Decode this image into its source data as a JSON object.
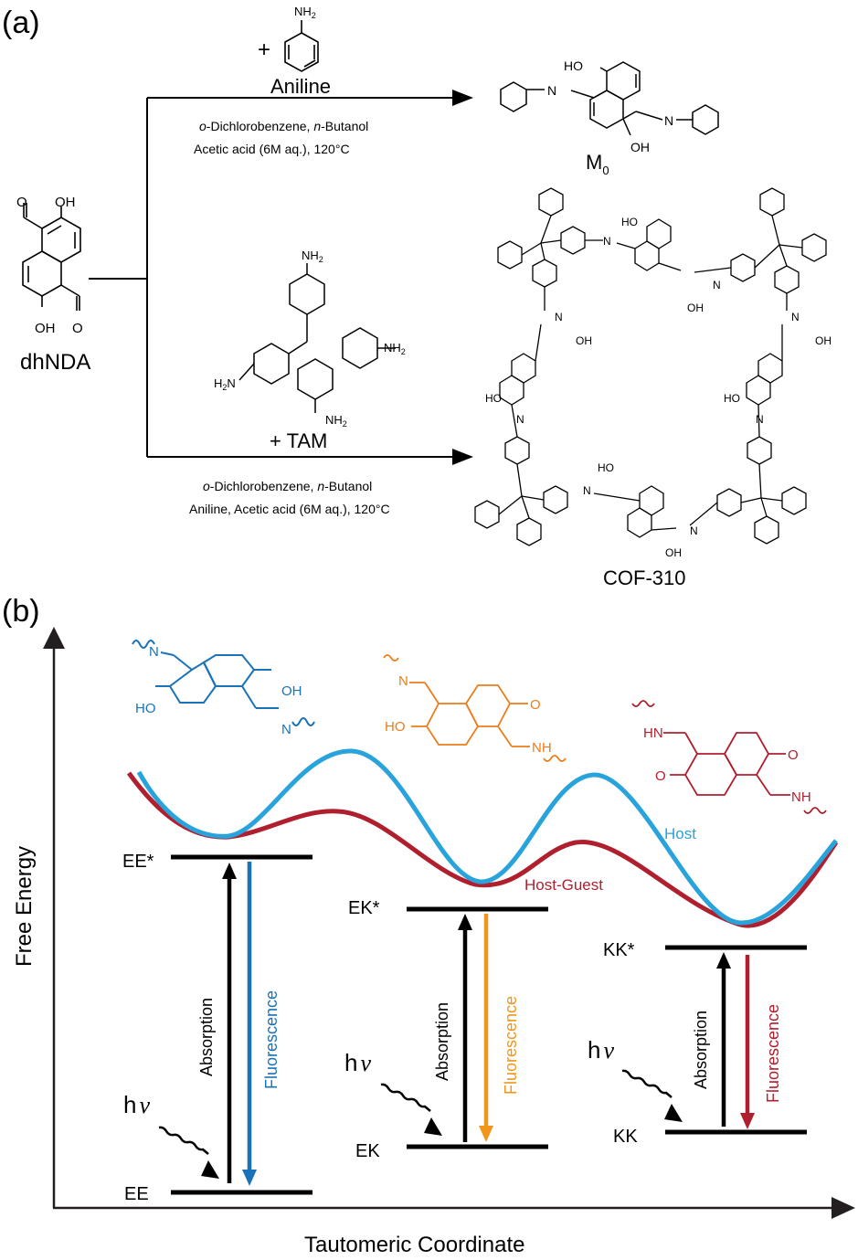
{
  "panel_a": {
    "label": "(a)",
    "starting_material": {
      "name": "dhNDA",
      "oh": "OH",
      "o": "O"
    },
    "reagent_top": {
      "plus": "+",
      "name": "Aniline",
      "nh2": "NH",
      "nh2_sub": "2"
    },
    "conditions_top": {
      "line1_prefix": "o",
      "line1_mid": "-Dichlorobenzene, ",
      "line1_n": "n",
      "line1_suffix": "-Butanol",
      "line2": "Acetic acid (6M aq.), 120°C"
    },
    "product_top": {
      "name": "M",
      "sub": "0",
      "ho": "HO",
      "oh": "OH",
      "n": "N"
    },
    "reagent_bottom": {
      "label": "+ TAM",
      "nh2": "NH",
      "h2n": "H",
      "sub": "2"
    },
    "conditions_bottom": {
      "line1_prefix": "o",
      "line1_mid": "-Dichlorobenzene, ",
      "line1_n": "n",
      "line1_suffix": "-Butanol",
      "line2": "Aniline, Acetic acid (6M aq.), 120°C"
    },
    "product_bottom": {
      "name": "COF-310",
      "ho": "HO",
      "oh": "OH",
      "n": "N"
    }
  },
  "panel_b": {
    "label": "(b)",
    "y_axis_label": "Free Energy",
    "x_axis_label": "Tautomeric Coordinate",
    "curves": [
      {
        "name": "Host",
        "color": "#29a3dc"
      },
      {
        "name": "Host-Guest",
        "color": "#b01f2e"
      }
    ],
    "tautomers": [
      {
        "id": "EE",
        "color": "#1a72b8",
        "ho": "HO",
        "oh": "OH",
        "n": "N"
      },
      {
        "id": "EK",
        "color": "#ec7d1c",
        "ho": "HO",
        "o": "O",
        "n": "N",
        "nh": "NH"
      },
      {
        "id": "KK",
        "color": "#b01f2e",
        "hn": "HN",
        "o": "O",
        "nh": "NH"
      }
    ],
    "states": [
      {
        "ground": "EE",
        "excited": "EE*",
        "absorption": "Absorption",
        "fluorescence": "Fluorescence",
        "fluor_color": "#1a72b8",
        "photon": "h",
        "nu": "ν"
      },
      {
        "ground": "EK",
        "excited": "EK*",
        "absorption": "Absorption",
        "fluorescence": "Fluorescence",
        "fluor_color": "#f0961c",
        "photon": "h",
        "nu": "ν"
      },
      {
        "ground": "KK",
        "excited": "KK*",
        "absorption": "Absorption",
        "fluorescence": "Fluorescence",
        "fluor_color": "#b01f2e",
        "photon": "h",
        "nu": "ν"
      }
    ]
  }
}
